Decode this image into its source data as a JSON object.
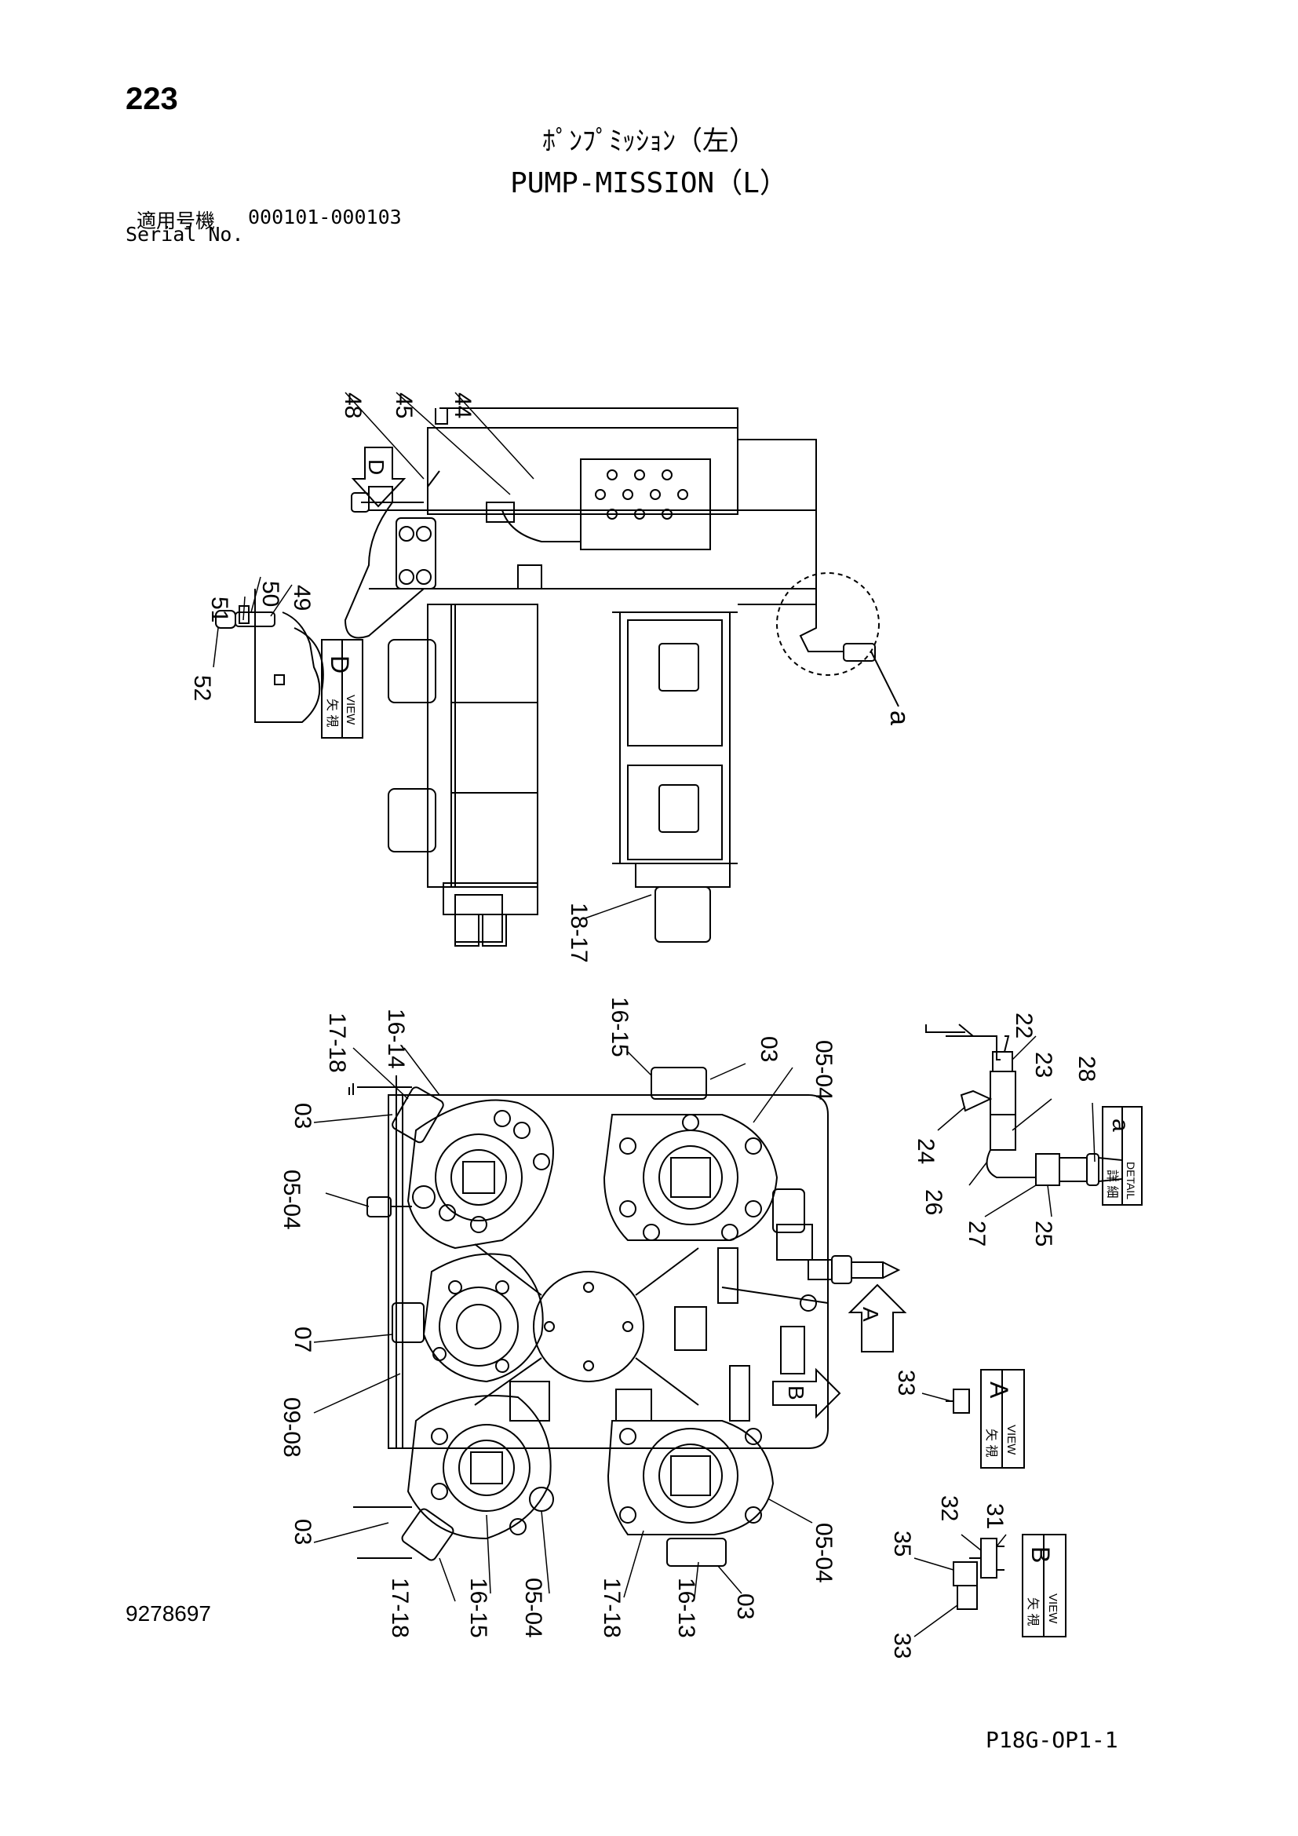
{
  "header": {
    "page_number": "223",
    "title_jp": "ﾎﾟﾝﾌﾟﾐｯｼｮﾝ（左）",
    "title_en": "PUMP-MISSION（L）",
    "serial_label_jp": "適用号機",
    "serial_range": "000101-000103",
    "serial_label_en": "Serial No."
  },
  "footer": {
    "drawing_number": "9278697",
    "sheet_code": "P18G-OP1-1"
  },
  "views": {
    "view_d": {
      "jp": "矢 視",
      "en": "VIEW",
      "letter": "D"
    },
    "view_a": {
      "jp": "矢 視",
      "en": "VIEW",
      "letter": "A"
    },
    "view_b": {
      "jp": "矢 視",
      "en": "VIEW",
      "letter": "B"
    },
    "detail_a": {
      "jp": "詳 細",
      "en": "DETAIL",
      "letter": "a"
    },
    "arrow_d": "D",
    "arrow_a": "A",
    "arrow_b": "B",
    "detail_circle_label": "a"
  },
  "callouts": {
    "c48": "48",
    "c45": "45",
    "c44": "44",
    "c51": "51",
    "c50": "50",
    "c49": "49",
    "c52": "52",
    "c18_17_top": "18-17",
    "c17_18_tl": "17-18",
    "c16_14": "16-14",
    "c16_15_t": "16-15",
    "c03_a": "03",
    "c05_04_a": "05-04",
    "c03_b": "03",
    "c05_04_b": "05-04",
    "c07": "07",
    "c09_08": "09-08",
    "c03_c": "03",
    "c17_18_bl": "17-18",
    "c16_15_b": "16-15",
    "c05_04_c": "05-04",
    "c17_18_bm": "17-18",
    "c16_13": "16-13",
    "c03_d": "03",
    "c05_04_d": "05-04",
    "c22": "22",
    "c23": "23",
    "c28": "28",
    "c24": "24",
    "c26": "26",
    "c27": "27",
    "c25": "25",
    "c33_a": "33",
    "c32": "32",
    "c31": "31",
    "c35": "35",
    "c33_b": "33"
  }
}
